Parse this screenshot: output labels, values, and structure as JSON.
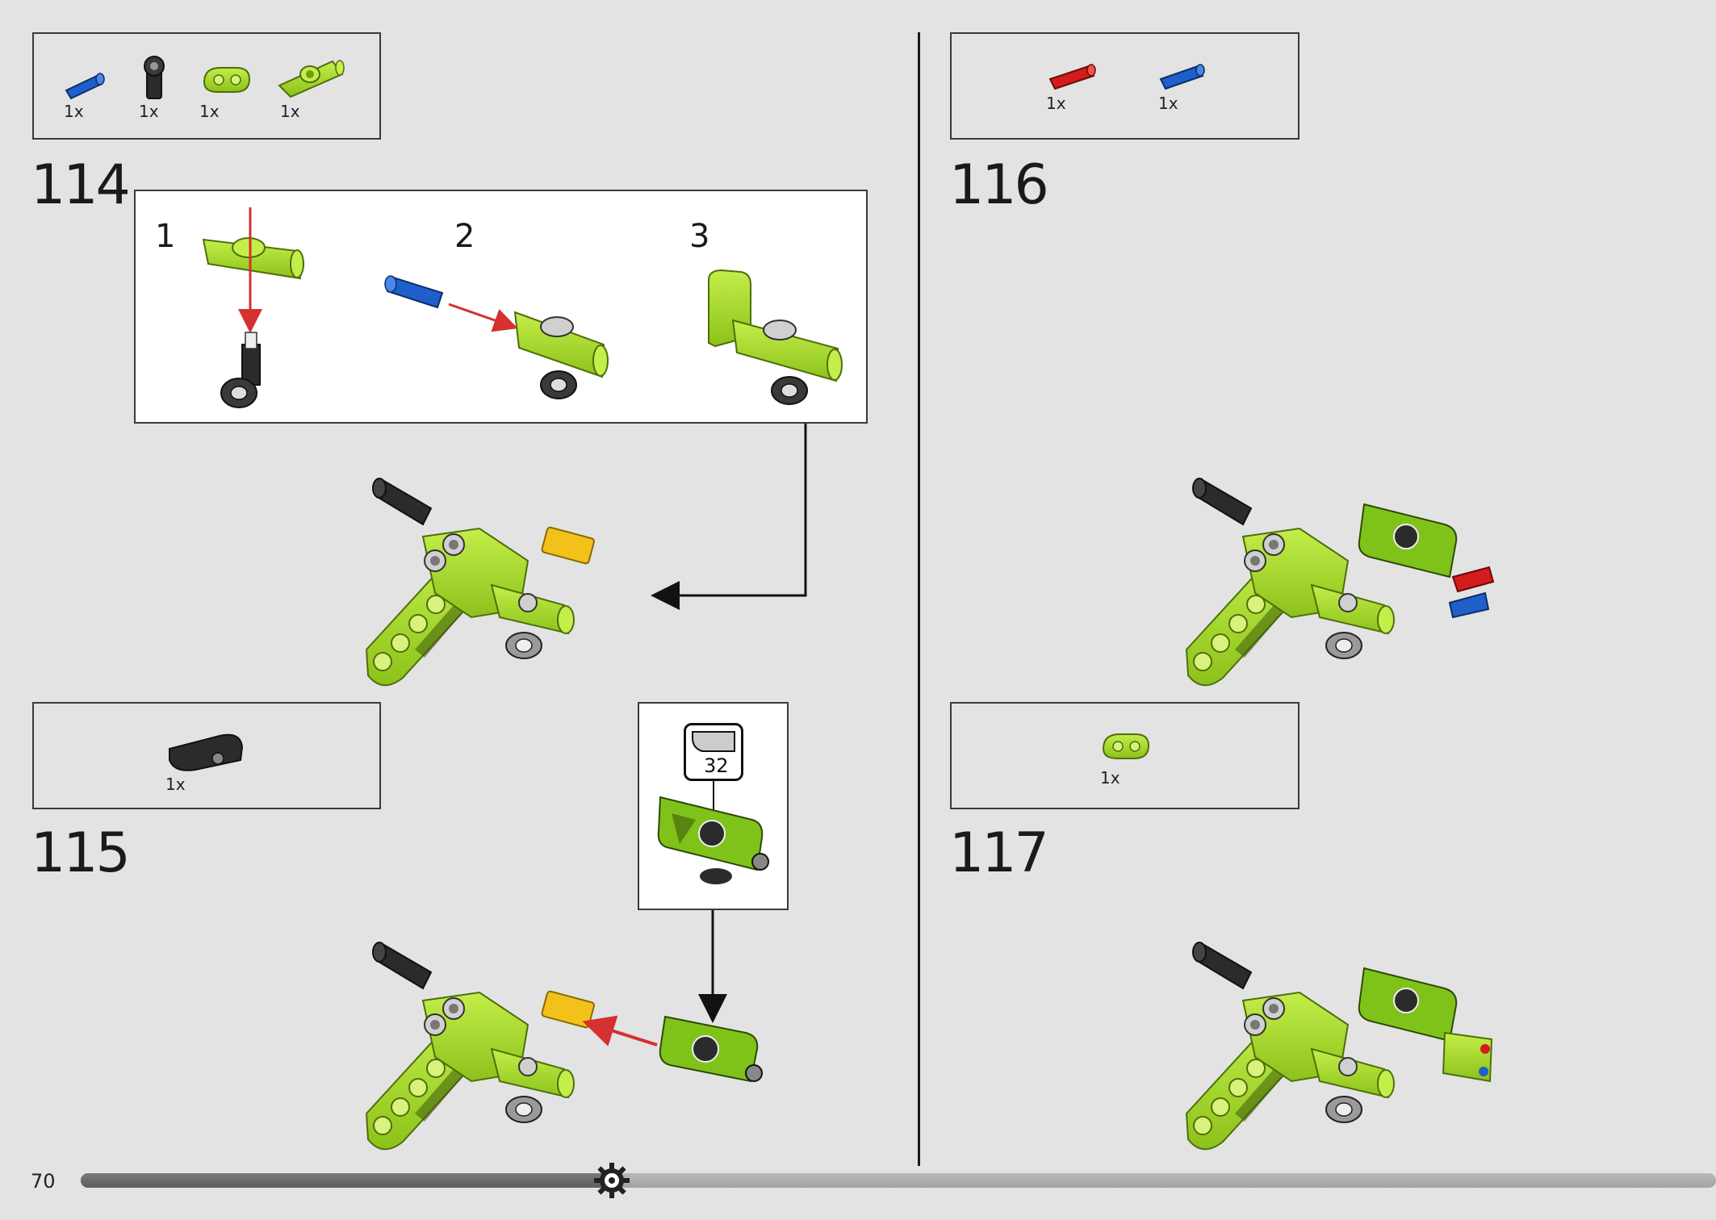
{
  "page": {
    "number": "70",
    "progress_fraction": 0.325
  },
  "steps": [
    {
      "number": "114",
      "parts": [
        {
          "icon": "blue-axle-pin-icon",
          "qty": "1x"
        },
        {
          "icon": "black-angle-connector-icon",
          "qty": "1x"
        },
        {
          "icon": "lime-beam-icon",
          "qty": "1x"
        },
        {
          "icon": "lime-cross-block-icon",
          "qty": "1x"
        }
      ],
      "substeps": [
        "1",
        "2",
        "3"
      ]
    },
    {
      "number": "115",
      "parts": [
        {
          "icon": "black-panel-icon",
          "qty": "1x"
        }
      ],
      "sticker": {
        "number": "32"
      }
    },
    {
      "number": "116",
      "parts": [
        {
          "icon": "red-axle-pin-icon",
          "qty": "1x"
        },
        {
          "icon": "blue-axle-pin-icon",
          "qty": "1x"
        }
      ]
    },
    {
      "number": "117",
      "parts": [
        {
          "icon": "lime-beam-icon",
          "qty": "1x"
        }
      ]
    }
  ],
  "colors": {
    "lime": "#a8dc2a",
    "lime_dark": "#6f9e12",
    "blue": "#1f5fc9",
    "red": "#d41c1c",
    "yellow": "#f2c21a",
    "black_part": "#2b2b2b",
    "arrow_red": "#d63030",
    "background": "#e3e3e3"
  }
}
